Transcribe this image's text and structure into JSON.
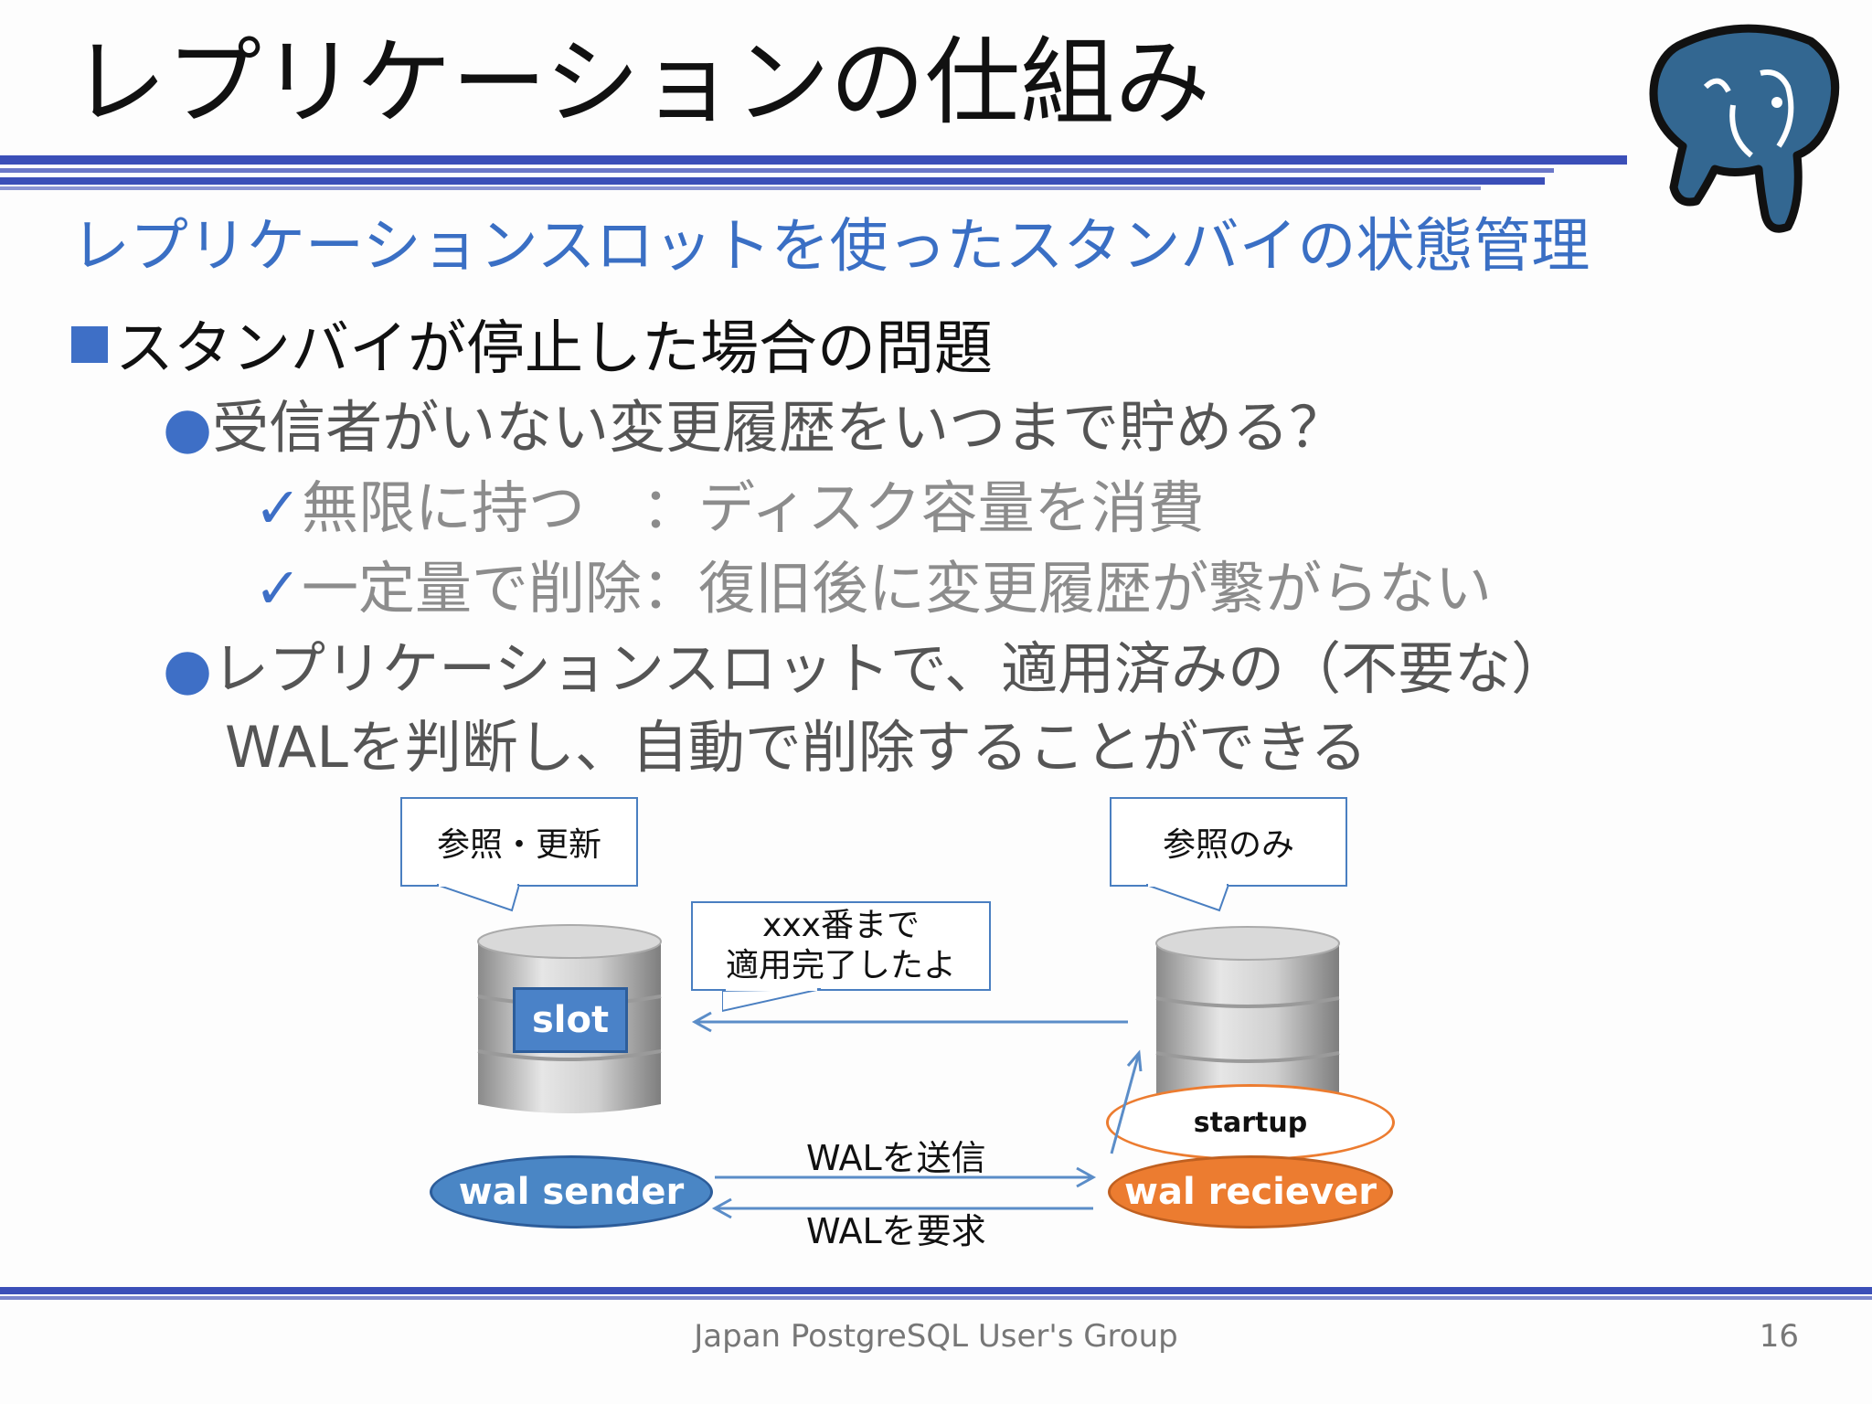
{
  "title": "レプリケーションの仕組み",
  "subtitle": "レプリケーションスロットを使ったスタンバイの状態管理",
  "bullet_l1": "スタンバイが停止した場合の問題",
  "bullet_l2_a": "受信者がいない変更履歴をいつまで貯める？",
  "check_1": "無限に持つ　：ディスク容量を消費",
  "check_2": "一定量で削除：復旧後に変更履歴が繋がらない",
  "bullet_l2_b": "レプリケーションスロットで、適用済みの（不要な）",
  "bullet_l2_b_cont": "WALを判断し、自動で削除することができる",
  "diagram": {
    "callout_left": "参照・更新",
    "callout_right": "参照のみ",
    "callout_middle_line1": "xxx番まで",
    "callout_middle_line2": "適用完了したよ",
    "slot_label": "slot",
    "startup_label": "startup",
    "wal_sender_label": "wal sender",
    "wal_receiver_label": "wal reciever",
    "send_label": "WALを送信",
    "request_label": "WALを要求"
  },
  "colors": {
    "accent_blue": "#3e6fc6",
    "sender_fill": "#4a86c5",
    "receiver_fill": "#ec7c30",
    "startup_border": "#ec7c30"
  },
  "footer": "Japan PostgreSQL User's Group",
  "page_number": "16",
  "logo_icon": "postgresql-elephant-icon"
}
